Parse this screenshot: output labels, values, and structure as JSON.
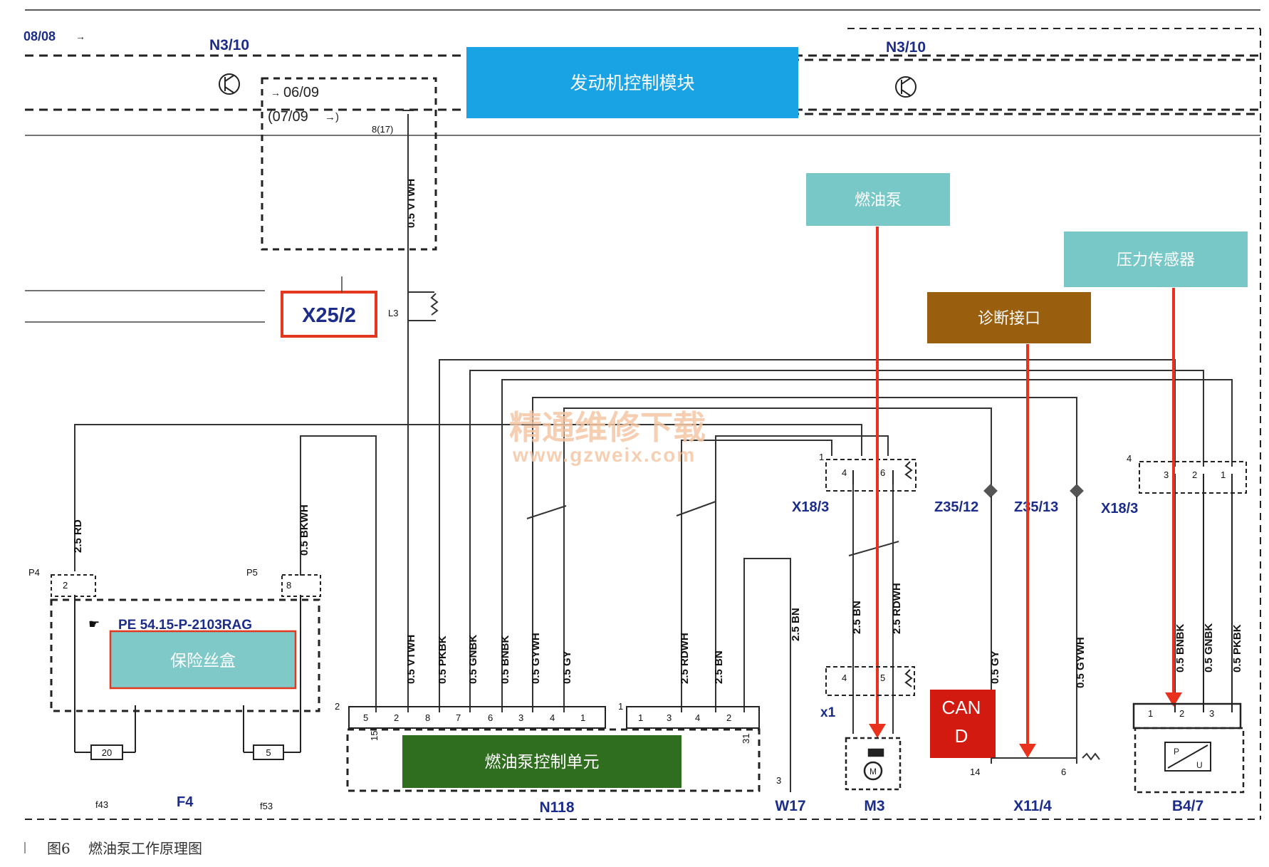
{
  "header": {
    "page_ref": "08/08",
    "n310_left": "N3/10",
    "n310_right": "N3/10",
    "ref_0609": "06/09",
    "ref_0709": "(07/09",
    "pin_8_17": "8(17)",
    "wire_vtwh_top": "0.5 VTWH"
  },
  "modules": {
    "engine": "发动机控制模块",
    "fuel_pump": "燃油泵",
    "pressure_sensor": "压力传感器",
    "diag_port": "诊断接口",
    "fuse_box": "保险丝盒",
    "pump_control": "燃油泵控制单元",
    "can_line1": "CAN",
    "can_line2": "D"
  },
  "colors": {
    "engine": "#1aa3e4",
    "fuel_pump": "#78c8c8",
    "pressure_sensor": "#78c8c8",
    "diag_port": "#9a5f0e",
    "fuse_box": "#7fc9c9",
    "pump_control": "#2f6e1e",
    "can": "#d31a10",
    "arrow": "#e8321e",
    "highlight_border": "#e3381e"
  },
  "labels": {
    "x25_2": "X25/2",
    "l3": "L3",
    "p4": "P4",
    "p5": "P5",
    "part_ref": "PE 54.15-P-2103RAG",
    "f43": "f43",
    "f4": "F4",
    "f53": "f53",
    "n118": "N118",
    "w17": "W17",
    "m3": "M3",
    "x11_4": "X11/4",
    "b4_7": "B4/7",
    "x18_3_left": "X18/3",
    "x18_3_right": "X18/3",
    "z35_12": "Z35/12",
    "z35_13": "Z35/13",
    "x1": "x1",
    "conn2": "2",
    "conn1": "1",
    "conn3": "3",
    "x18_left_num": "1",
    "x18_right_num": "4",
    "fuse_f43_rating": "20",
    "fuse_f53_rating": "5"
  },
  "wires": {
    "rd_25": "2.5 RD",
    "bkwh_05": "0.5 BKWH",
    "vtwh": "0.5 VTWH",
    "pkbk": "0.5 PKBK",
    "gnbk": "0.5 GNBK",
    "bnbk": "0.5 BNBK",
    "gywh": "0.5 GYWH",
    "gy": "0.5 GY",
    "rdwh": "2.5 RDWH",
    "bn": "2.5 BN",
    "bn_w17": "2.5 BN",
    "m3_bn": "2.5 BN",
    "m3_rdwh": "2.5 RDWH",
    "z12_gy": "0.5 GY",
    "z13_gywh": "0.5 GYWH",
    "b47_bnbk": "0.5 BNBK",
    "b47_gnbk": "0.5 GNBK",
    "b47_pkbk": "0.5 PKBK"
  },
  "pins": {
    "n118_left": [
      "5",
      "2",
      "8",
      "7",
      "6",
      "3",
      "4",
      "1"
    ],
    "n118_right": [
      "1",
      "3",
      "4",
      "2"
    ],
    "n118_15": "15",
    "n118_31": "31",
    "x18_left": [
      "4",
      "6"
    ],
    "x1_pins": [
      "4",
      "5"
    ],
    "x18_right": [
      "3",
      "2",
      "1"
    ],
    "b47_pins": [
      "1",
      "2",
      "3"
    ],
    "x11_14": "14",
    "x11_6": "6",
    "p4_pin": "2",
    "p5_pin": "8",
    "b47_symbol_p": "P",
    "b47_symbol_u": "U",
    "motor_symbol": "M"
  },
  "watermark": {
    "line1": "精通维修下载",
    "line2": "www.gzweix.com"
  },
  "caption": {
    "fig": "图6",
    "text": "燃油泵工作原理图"
  }
}
